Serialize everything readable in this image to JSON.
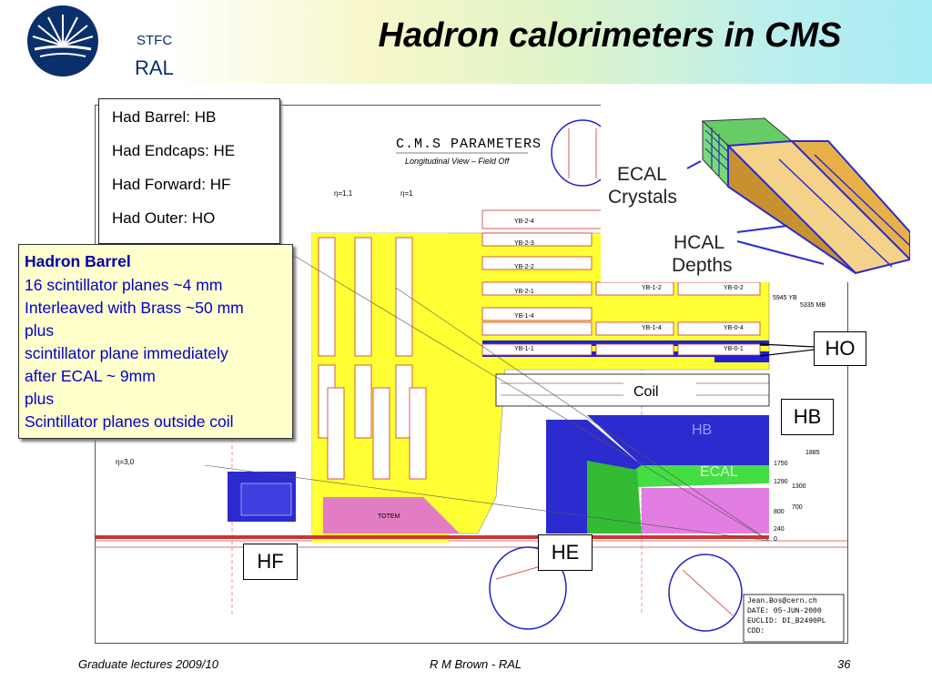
{
  "header": {
    "title": "Hadron calorimeters in CMS",
    "logo_top": "STFC",
    "logo_bottom": "RAL"
  },
  "component_list": [
    "Had Barrel: HB",
    "Had Endcaps: HE",
    "Had Forward: HF",
    "Had Outer: HO"
  ],
  "hadron_barrel": {
    "title": "Hadron Barrel",
    "lines": [
      "16 scintillator planes     ~4 mm",
      "Interleaved with Brass ~50 mm",
      "plus",
      "scintillator plane immediately",
      "after ECAL ~ 9mm",
      "plus",
      "Scintillator planes outside coil"
    ]
  },
  "inset": {
    "ecal_label": "ECAL",
    "ecal_label2": "Crystals",
    "hcal_label": "HCAL",
    "hcal_label2": "Depths"
  },
  "diagram": {
    "params_title": "C.M.S PARAMETERS",
    "params_subtitle": "Longitudinal View – Field Off",
    "coil": "Coil",
    "hb_inner": "HB",
    "ecal_inner": "ECAL",
    "totem": "TOTEM",
    "eta_31": "η=3,0",
    "eta_11": "η=1,1",
    "eta_1": "η=1",
    "credit": [
      "Jean.Bos@cern.ch",
      "DATE: 05-JUN-2000",
      "EUCLID: DI_B2490PL",
      "CDD:"
    ],
    "yb_labels": [
      "YB-2-4",
      "YB-2-3",
      "YB-2-2",
      "YB-2-1",
      "YB-1-4",
      "YB-1-2",
      "YB-0-2",
      "YB-1-4",
      "YB-0-4",
      "YB-1-1",
      "YB-0-1"
    ],
    "dims": [
      "5335 MB",
      "5945 YB",
      "1885",
      "1750",
      "1290",
      "1300",
      "800",
      "700",
      "240",
      "0"
    ]
  },
  "callouts": {
    "ho": "HO",
    "hb": "HB",
    "hf": "HF",
    "he": "HE"
  },
  "footer": {
    "left": "Graduate lectures 2009/10",
    "center": "R M Brown - RAL",
    "page": "36"
  }
}
